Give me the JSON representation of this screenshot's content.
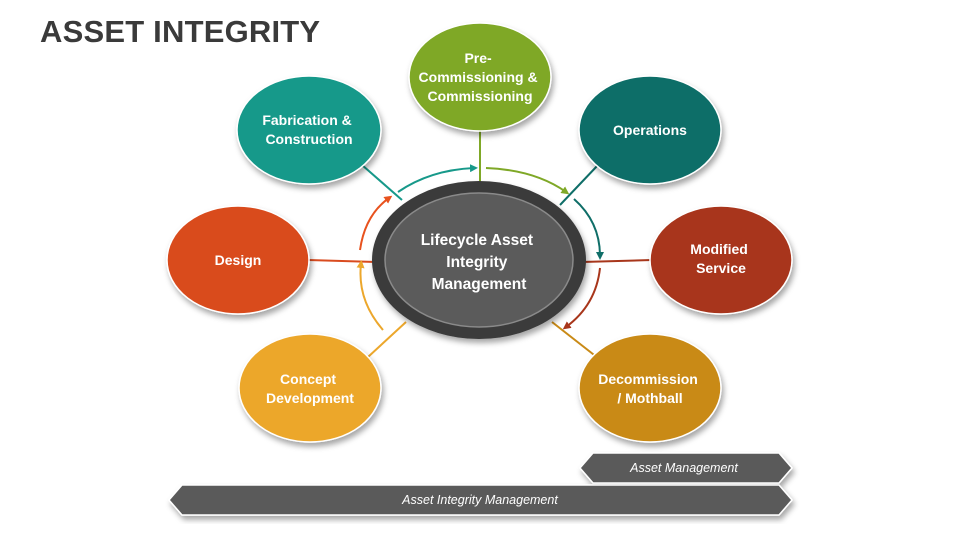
{
  "title": "ASSET INTEGRITY",
  "center": {
    "lines": [
      "Lifecycle Asset",
      "Integrity",
      "Management"
    ]
  },
  "stages": [
    {
      "key": "design",
      "lines": [
        "Design"
      ],
      "color": "#d94b1f"
    },
    {
      "key": "fabrication",
      "lines": [
        "Fabrication &",
        "Construction"
      ],
      "color": "#17998a"
    },
    {
      "key": "precommissioning",
      "lines": [
        "Pre-",
        "Commissioning &",
        "Commissioning"
      ],
      "color": "#7fa827"
    },
    {
      "key": "operations",
      "lines": [
        "Operations"
      ],
      "color": "#0f6e68"
    },
    {
      "key": "modified",
      "lines": [
        "Modified",
        "Service"
      ],
      "color": "#a8361b"
    },
    {
      "key": "decommission",
      "lines": [
        "Decommission",
        "/ Mothball"
      ],
      "color": "#c98a16"
    },
    {
      "key": "concept",
      "lines": [
        "Concept",
        "Development"
      ],
      "color": "#eca72c"
    }
  ],
  "bars": {
    "asset_management": "Asset Management",
    "asset_integrity_management": "Asset Integrity Management"
  },
  "colors": {
    "center_fill": "#5b5b5b",
    "center_ring": "#3b3b3b",
    "bar_fill": "#5a5a5a"
  }
}
